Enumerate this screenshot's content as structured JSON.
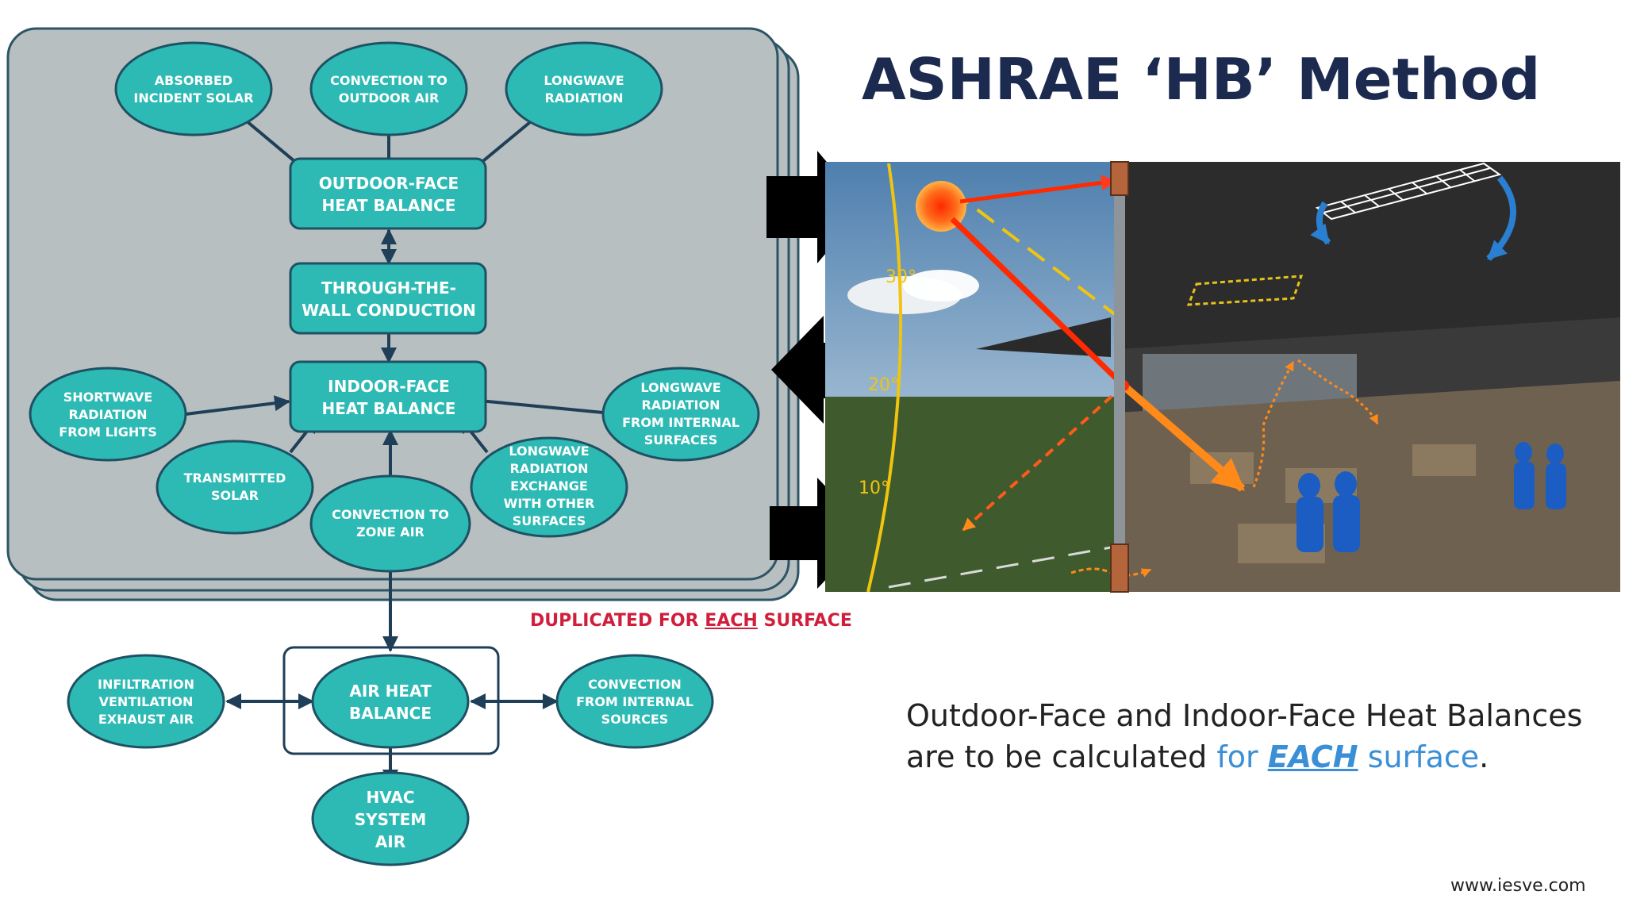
{
  "slide": {
    "title": "ASHRAE ‘HB’ Method",
    "duplicated_prefix": "DUPLICATED FOR ",
    "duplicated_emph": "EACH",
    "duplicated_suffix": " SURFACE",
    "note_line1": "Outdoor-Face and Indoor-Face Heat Balances",
    "note_line2_a": "are to be calculated ",
    "note_line2_b": "for ",
    "note_line2_c": "EACH",
    "note_line2_d": " surface",
    "note_line2_e": ".",
    "website": "www.iesve.com"
  },
  "nodes": {
    "absorbed_solar": [
      "ABSORBED",
      "INCIDENT SOLAR"
    ],
    "conv_outdoor": [
      "CONVECTION TO",
      "OUTDOOR AIR"
    ],
    "lw_radiation": [
      "LONGWAVE",
      "RADIATION"
    ],
    "outdoor_face": [
      "OUTDOOR-FACE",
      "HEAT BALANCE"
    ],
    "through_wall": [
      "THROUGH-THE-",
      "WALL CONDUCTION"
    ],
    "indoor_face": [
      "INDOOR-FACE",
      "HEAT BALANCE"
    ],
    "sw_lights": [
      "SHORTWAVE",
      "RADIATION",
      "FROM LIGHTS"
    ],
    "lw_internal": [
      "LONGWAVE",
      "RADIATION",
      "FROM INTERNAL",
      "SURFACES"
    ],
    "transmitted_solar": [
      "TRANSMITTED",
      "SOLAR"
    ],
    "lw_exchange": [
      "LONGWAVE",
      "RADIATION",
      "EXCHANGE",
      "WITH OTHER",
      "SURFACES"
    ],
    "conv_zone": [
      "CONVECTION TO",
      "ZONE AIR"
    ],
    "infiltration": [
      "INFILTRATION",
      "VENTILATION",
      "EXHAUST AIR"
    ],
    "air_heat_balance": [
      "AIR HEAT",
      "BALANCE"
    ],
    "conv_internal": [
      "CONVECTION",
      "FROM INTERNAL",
      "SOURCES"
    ],
    "hvac": [
      "HVAC",
      "SYSTEM",
      "AIR"
    ]
  },
  "scene": {
    "angles": [
      "30°",
      "20°",
      "10°"
    ]
  },
  "colors": {
    "node_fill": "#2ebab4",
    "node_stroke": "#1d5163",
    "panel_fill": "#b7bfc0",
    "arrow": "#1f3f58",
    "title": "#1b2a4e",
    "accent_red": "#d01f3c",
    "accent_blue": "#3a8fd6"
  }
}
